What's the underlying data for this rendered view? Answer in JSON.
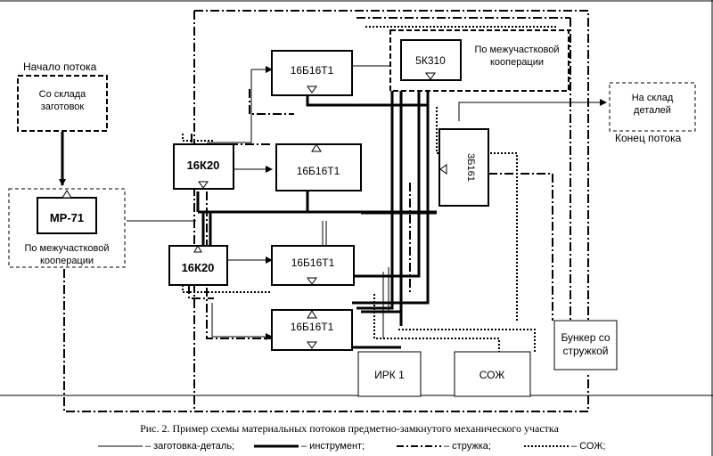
{
  "flow_start": {
    "label": "Начало потока",
    "box": [
      "Со склада",
      "заготовок"
    ]
  },
  "flow_end": {
    "label": "Конец потока",
    "box": [
      "На склад",
      "деталей"
    ]
  },
  "coop_top": [
    "По межучастковой",
    "кооперации"
  ],
  "coop_left": [
    "По межучастковой",
    "кооперации"
  ],
  "machines": {
    "mr71": "МР-71",
    "k20_top": "16К20",
    "k20_bottom": "16К20",
    "b16_1": "16Б16Т1",
    "b16_2": "16Б16Т1",
    "b16_3": "16Б16Т1",
    "b16_4": "16Б16Т1",
    "k310": "5К310",
    "b161": "3Б161",
    "irk": "ИРК 1",
    "coolant": "СОЖ",
    "bunker": [
      "Бункер со",
      "стружкой"
    ]
  },
  "caption": "Рис. 2. Пример схемы материальных потоков предметно-замкнутого механического участка",
  "legend": [
    {
      "style": "thin",
      "label": "– заготовка-деталь;"
    },
    {
      "style": "thick",
      "label": "– инструмент;"
    },
    {
      "style": "dashdot",
      "label": "– стружка;"
    },
    {
      "style": "dotted",
      "label": "– СОЖ;"
    }
  ]
}
